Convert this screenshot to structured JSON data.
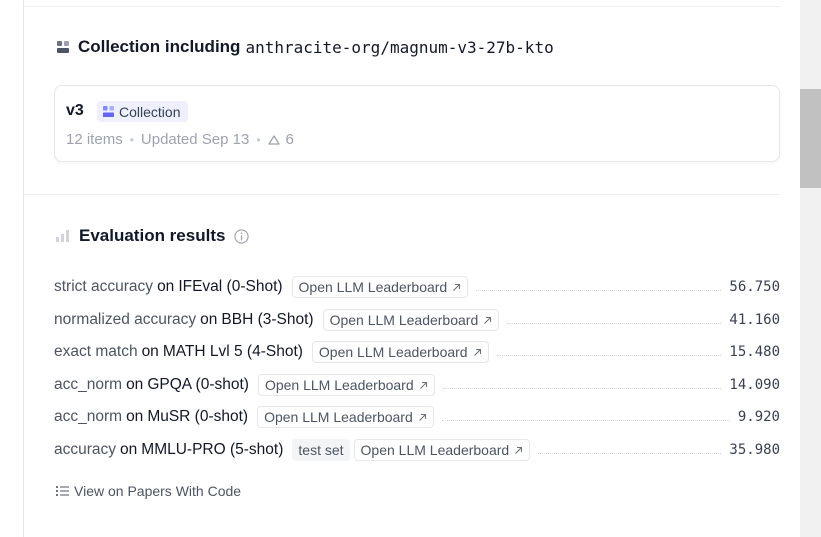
{
  "collection": {
    "heading_prefix": "Collection including",
    "repo": "anthracite-org/magnum-v3-27b-kto",
    "card": {
      "name": "v3",
      "badge": "Collection",
      "items": "12 items",
      "updated": "Updated Sep 13",
      "upvotes": "6"
    }
  },
  "evaluation": {
    "heading": "Evaluation results",
    "on_word": "on",
    "rows": [
      {
        "metric": "strict accuracy",
        "dataset": "IFEval (0-Shot)",
        "test_tag": "",
        "link": "Open LLM Leaderboard",
        "score": "56.750"
      },
      {
        "metric": "normalized accuracy",
        "dataset": "BBH (3-Shot)",
        "test_tag": "",
        "link": "Open LLM Leaderboard",
        "score": "41.160"
      },
      {
        "metric": "exact match",
        "dataset": "MATH Lvl 5 (4-Shot)",
        "test_tag": "",
        "link": "Open LLM Leaderboard",
        "score": "15.480"
      },
      {
        "metric": "acc_norm",
        "dataset": "GPQA (0-shot)",
        "test_tag": "",
        "link": "Open LLM Leaderboard",
        "score": "14.090"
      },
      {
        "metric": "acc_norm",
        "dataset": "MuSR (0-shot)",
        "test_tag": "",
        "link": "Open LLM Leaderboard",
        "score": "9.920"
      },
      {
        "metric": "accuracy",
        "dataset": "MMLU-PRO (5-shot)",
        "test_tag": "test set",
        "link": "Open LLM Leaderboard",
        "score": "35.980"
      }
    ],
    "papers_link": "View on Papers With Code"
  },
  "icons": {
    "collection": "collection-icon",
    "bar_chart": "bar-chart-icon",
    "info": "info-icon",
    "external": "external-link-icon",
    "upvote": "upvote-icon",
    "list": "list-icon"
  },
  "colors": {
    "badge_bg": "#eef0fd",
    "collection_icon": "#818cf8",
    "muted_text": "#9ca3af"
  }
}
